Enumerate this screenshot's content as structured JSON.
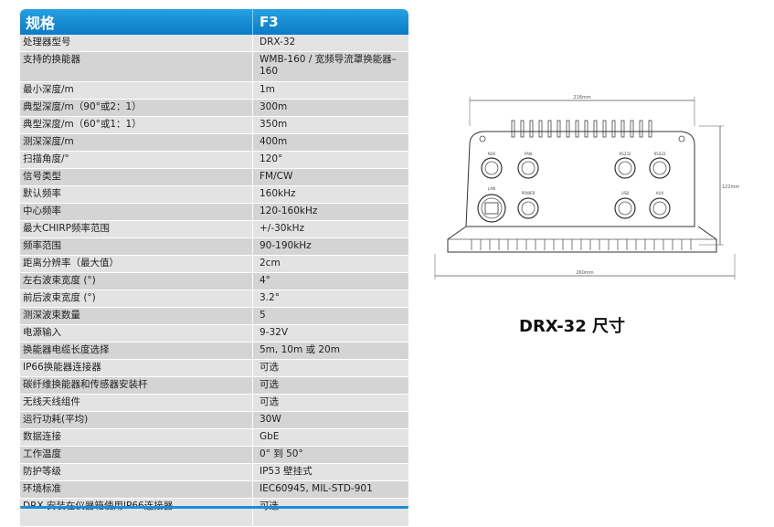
{
  "header": {
    "spec_label": "规格",
    "model_label": "F3"
  },
  "rows": [
    {
      "label": "处理器型号",
      "value": "DRX-32"
    },
    {
      "label": "支持的换能器",
      "value": "WMB-160 / 宽频导流罩换能器– 160"
    },
    {
      "label": "最小深度/m",
      "value": "1m"
    },
    {
      "label": "典型深度/m（90°或2：1）",
      "value": "300m"
    },
    {
      "label": "典型深度/m（60°或1：1）",
      "value": "350m"
    },
    {
      "label": "测深深度/m",
      "value": "400m"
    },
    {
      "label": "扫描角度/°",
      "value": "120°"
    },
    {
      "label": "信号类型",
      "value": "FM/CW"
    },
    {
      "label": "默认频率",
      "value": "160kHz"
    },
    {
      "label": "中心频率",
      "value": "120-160kHz"
    },
    {
      "label": "最大CHIRP频率范围",
      "value": "+/-30kHz"
    },
    {
      "label": "频率范围",
      "value": "90-190kHz"
    },
    {
      "label": "距离分辨率（最大值）",
      "value": "2cm"
    },
    {
      "label": "左右波束宽度 (°)",
      "value": "4°"
    },
    {
      "label": "前后波束宽度 (°)",
      "value": "3.2°"
    },
    {
      "label": "测深波束数量",
      "value": "5"
    },
    {
      "label": "电源输入",
      "value": "9-32V"
    },
    {
      "label": "换能器电缆长度选择",
      "value": "5m, 10m 或 20m"
    },
    {
      "label": "IP66换能器连接器",
      "value": "可选"
    },
    {
      "label": "碳纤维换能器和传感器安装杆",
      "value": "可选"
    },
    {
      "label": "无线天线组件",
      "value": "可选"
    },
    {
      "label": "运行功耗(平均)",
      "value": "30W"
    },
    {
      "label": "数据连接",
      "value": "GbE"
    },
    {
      "label": "工作温度",
      "value": "0° 到 50°"
    },
    {
      "label": "防护等级",
      "value": "IP53 壁挂式"
    },
    {
      "label": "环境标准",
      "value": "IEC60945, MIL-STD-901"
    },
    {
      "label": "DRX 安装在仪器箱使用IP66连接器",
      "value": "可选"
    }
  ],
  "drawing": {
    "top_dim": "216mm",
    "height_dim": "122mm",
    "bottom_dim": "260mm",
    "connectors": {
      "nmea": "N2K",
      "pan": "PAN",
      "rs232": "RS232",
      "rs422": "RS422",
      "lan": "LAN",
      "power": "POWER",
      "usb": "USB",
      "aux": "AUX"
    }
  },
  "caption": "DRX-32 尺寸",
  "colors": {
    "header_blue": "#1a8fd6",
    "row_light": "#e3e3e3",
    "row_dark": "#d4d4d4"
  }
}
